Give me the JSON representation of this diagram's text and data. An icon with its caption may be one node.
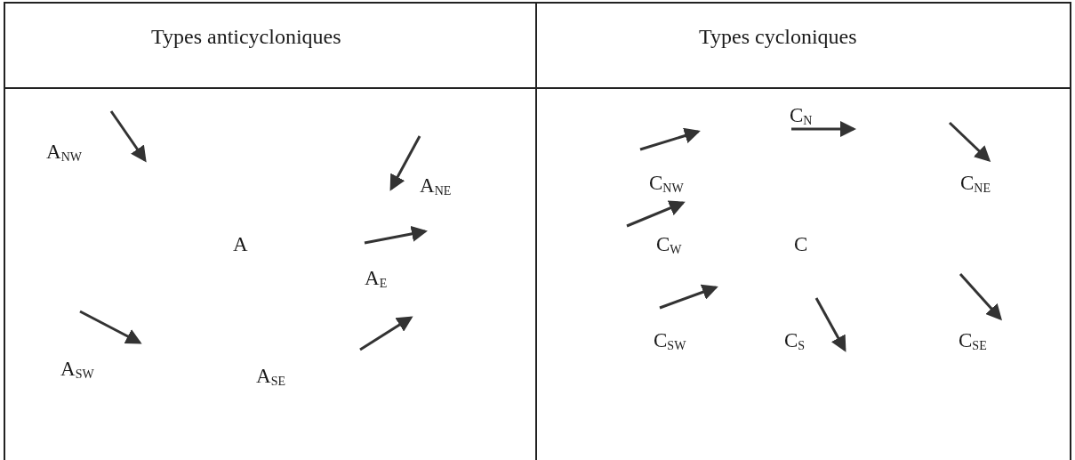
{
  "diagram": {
    "labels": [
      "Types anticycloniques",
      "Types cycloniques",
      "A$_{NW}$",
      "A$_{NE}$",
      "A",
      "A$_{E}$",
      "A$_{SW}$",
      "A$_{SE}$",
      "C$_{N}$",
      "C$_{NW}$",
      "C$_{NE}$",
      "C$_{W}$",
      "C",
      "C$_{SW}$",
      "C$_{S}$",
      "C$_{SE}$"
    ]
  }
}
